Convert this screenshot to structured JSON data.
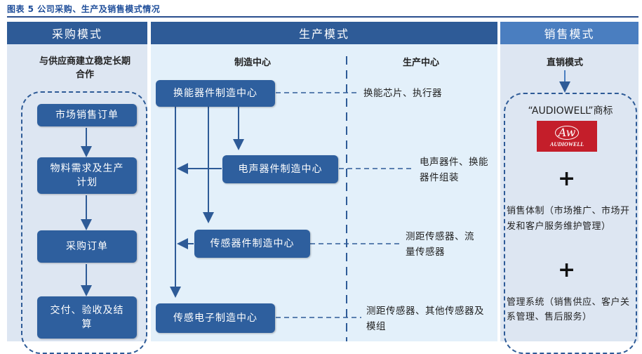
{
  "figure": {
    "title": "图表 5 公司采购、生产及销售模式情况"
  },
  "headers": {
    "procurement": "采购模式",
    "production": "生产模式",
    "sales": "销售模式"
  },
  "procurement": {
    "subtitle": "与供应商建立稳定长期合作",
    "steps": [
      "市场销售订单",
      "物料需求及生产计划",
      "采购订单",
      "交付、验收及结算"
    ]
  },
  "production": {
    "mfg_center_label": "制造中心",
    "prod_center_label": "生产中心",
    "centers": [
      "换能器件制造中心",
      "电声器件制造中心",
      "传感器件制造中心",
      "传感电子制造中心"
    ],
    "outputs": [
      "换能芯片、执行器",
      "电声器件、换能器件组装",
      "测距传感器、流量传感器",
      "测距传感器、其他传感器及模组"
    ]
  },
  "sales": {
    "mode": "直销模式",
    "brand_text": "“AUDIOWELL”商标",
    "logo_mark": "Aw",
    "logo_text": "AUDIOWELL",
    "plus": "+",
    "system1": "销售体制（市场推广、市场开发和客户服务维护管理）",
    "system2": "管理系统（销售供应、客户关系管理、售后服务）"
  },
  "colors": {
    "box": "#2e5f9e",
    "header_dark": "#2e5b97",
    "header_light": "#4a7ec0",
    "logo": "#c41e2a"
  }
}
